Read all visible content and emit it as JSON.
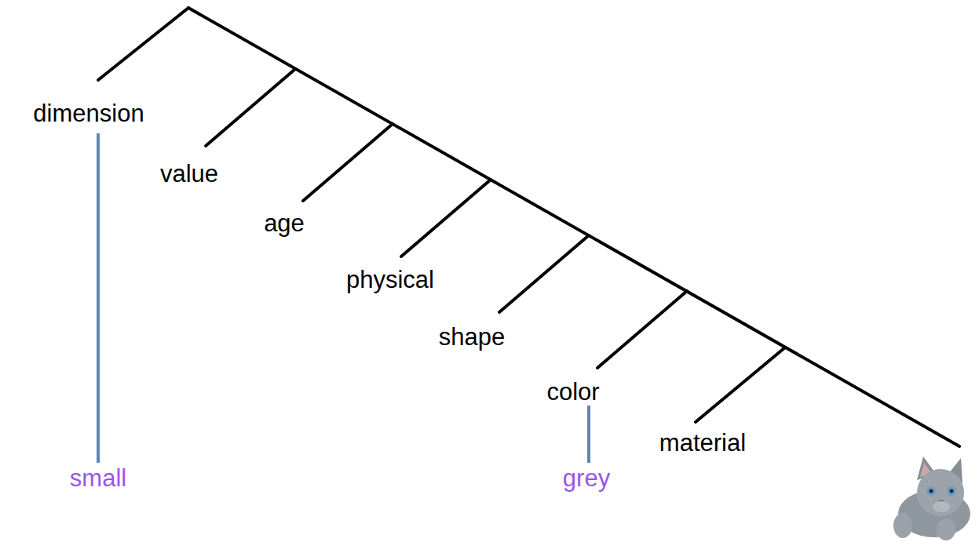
{
  "diagram": {
    "labels": [
      "dimension",
      "value",
      "age",
      "physical",
      "shape",
      "color",
      "material",
      "small",
      "grey"
    ]
  }
}
